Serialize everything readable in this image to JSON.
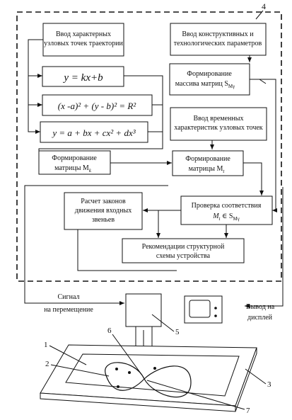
{
  "system_label": "4",
  "blocks": {
    "input_points": [
      "Ввод характерных",
      "узловых точек траектории"
    ],
    "input_params": [
      "Ввод конструктивных и",
      "технологических параметров"
    ],
    "eq_line": "y = kx+b",
    "eq_circle": "(x -a)² + (y - b)² = R²",
    "eq_cubic": "y = a + bx + cx² + dx³",
    "form_array": [
      "Формирование",
      "массива матриц S",
      "Мγ"
    ],
    "input_time": [
      "Ввод временных",
      "характеристик узловых точек"
    ],
    "form_mk": [
      "Формирование",
      "матрицы M",
      "k"
    ],
    "form_mt": [
      "Формирование",
      "матрицы M",
      "t"
    ],
    "calc_laws": [
      "Расчет законов",
      "движения входных",
      "звеньев"
    ],
    "check": [
      "Проверка соответствия",
      "M",
      "t",
      " ∈ S",
      "Мγ"
    ],
    "recommend": [
      "Рекомендации структурной",
      "схемы устройства"
    ]
  },
  "signal_label": [
    "Сигнал",
    "на перемещение"
  ],
  "display_label": [
    "Вывод на",
    "дисплей"
  ],
  "callouts": [
    "1",
    "2",
    "3",
    "5",
    "6",
    "7"
  ]
}
